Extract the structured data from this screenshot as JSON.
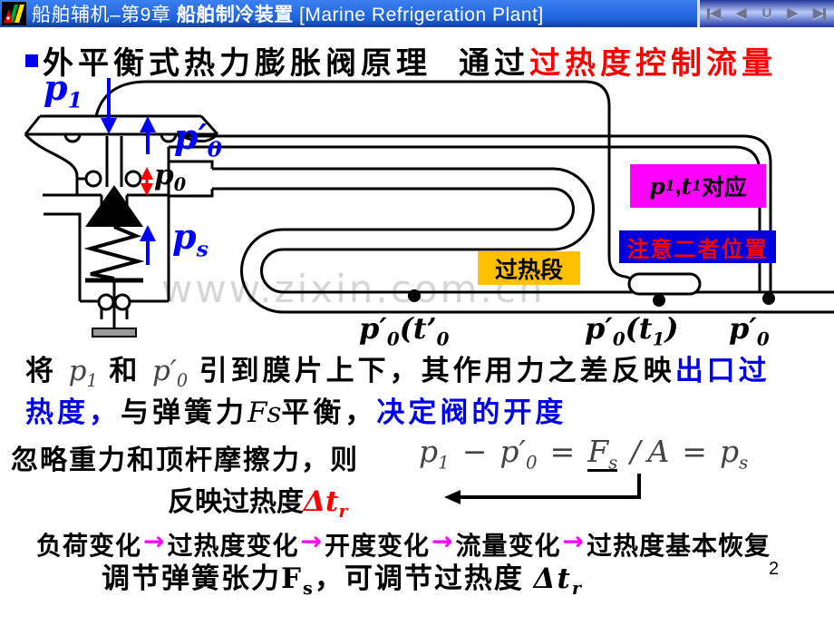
{
  "titlebar": {
    "title_left": "船舶辅机–第9章",
    "title_bold": "船舶制冷装置",
    "title_bracket": "[Marine Refrigeration Plant]",
    "nav": {
      "first": "◀",
      "prev": "◀",
      "home": "U",
      "next": "▶",
      "last": "▶"
    }
  },
  "heading": {
    "black": "外平衡式热力膨胀阀原理",
    "mid": "通过",
    "red": "过热度控制流量"
  },
  "diagram": {
    "watermark": "www.zixin.com.cn",
    "p1": {
      "base": "p",
      "sub": "1"
    },
    "p0_prime": {
      "base": "p′",
      "sub": "0"
    },
    "p0": {
      "base": "p",
      "sub": "0"
    },
    "ps": {
      "base": "p",
      "sub": "s"
    },
    "sensor_box": {
      "p": "p",
      "p_sub": "1",
      "comma": ",",
      "t": "t",
      "t_sub": "1",
      "text": "对应"
    },
    "note_box": "注意二者位置",
    "superheat_box": "过热段",
    "bottom_labels": [
      {
        "pre": "p′",
        "sub1": "0",
        "mid": "(t’",
        "sub2": "0",
        "post": ""
      },
      {
        "pre": "p′",
        "sub1": "0",
        "mid": "(t",
        "sub2": "1",
        "post": ")"
      },
      {
        "pre": "p′",
        "sub1": "0",
        "mid": "",
        "sub2": "",
        "post": ""
      }
    ]
  },
  "para1": {
    "black1": "将",
    "m1_base": "p",
    "m1_sub": "1",
    "black2": "和",
    "m2_base": "p′",
    "m2_sub": "0",
    "black3": "引到膜片上下，其作用力之差反映",
    "blue1": "出口过",
    "blue2": "热度，",
    "black4": "与弹簧力",
    "fs": "Fs",
    "black5": "平衡，",
    "blue3": "决定阀的开度"
  },
  "para2": {
    "black": "忽略重力和顶杆摩擦力，则",
    "f_p1_base": "p",
    "f_p1_sub": "1",
    "f_minus": "−",
    "f_p0_base": "p′",
    "f_p0_sub": "0",
    "f_eq1": "=",
    "f_F": "F",
    "f_F_sub": "s",
    "f_slash": "/",
    "f_A": "A",
    "f_eq2": "=",
    "f_ps_base": "p",
    "f_ps_sub": "s",
    "reflect_black": "反映过热度",
    "reflect_red_base": "Δt",
    "reflect_red_sub": "r"
  },
  "flow": {
    "arrow": "→",
    "items": [
      "负荷变化",
      "过热度变化",
      "开度变化",
      "流量变化",
      "过热度基本恢复"
    ]
  },
  "para4": {
    "black1": "调节弹簧张力",
    "F": "F",
    "F_sub": "s",
    "black2": "，可调节过热度 ",
    "dt_base": "Δt",
    "dt_sub": "r"
  },
  "page_number": "2",
  "colors": {
    "titlebar_blue": "#1e62dd",
    "heading_red": "#ff0000",
    "label_blue": "#0000ff",
    "sensor_box_magenta": "#ff00ff",
    "note_box_blue": "#0000dd",
    "note_text_red": "#ff0000",
    "superheat_yellow": "#ffc000",
    "flow_arrow_magenta": "#ff00ff",
    "watermark_gray": "#d6d6d6"
  }
}
